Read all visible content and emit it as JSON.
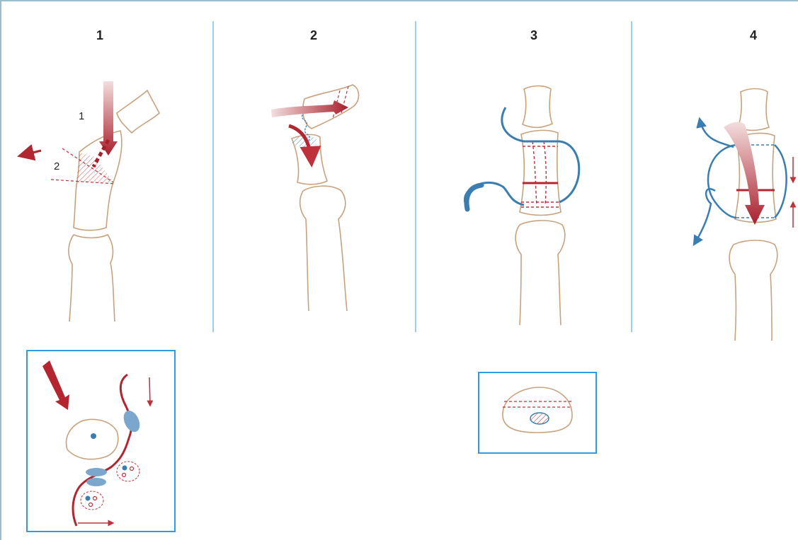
{
  "panels": [
    {
      "number": "1"
    },
    {
      "number": "2"
    },
    {
      "number": "3"
    },
    {
      "number": "4"
    }
  ],
  "panel1_callouts": {
    "step1": "1",
    "step2": "2"
  },
  "colors": {
    "bone_outline": "#c8a27d",
    "arrow_red": "#b3262f",
    "suture_blue": "#3a7db0",
    "inset_border": "#2f9be0",
    "divider": "#3aa0dc"
  }
}
